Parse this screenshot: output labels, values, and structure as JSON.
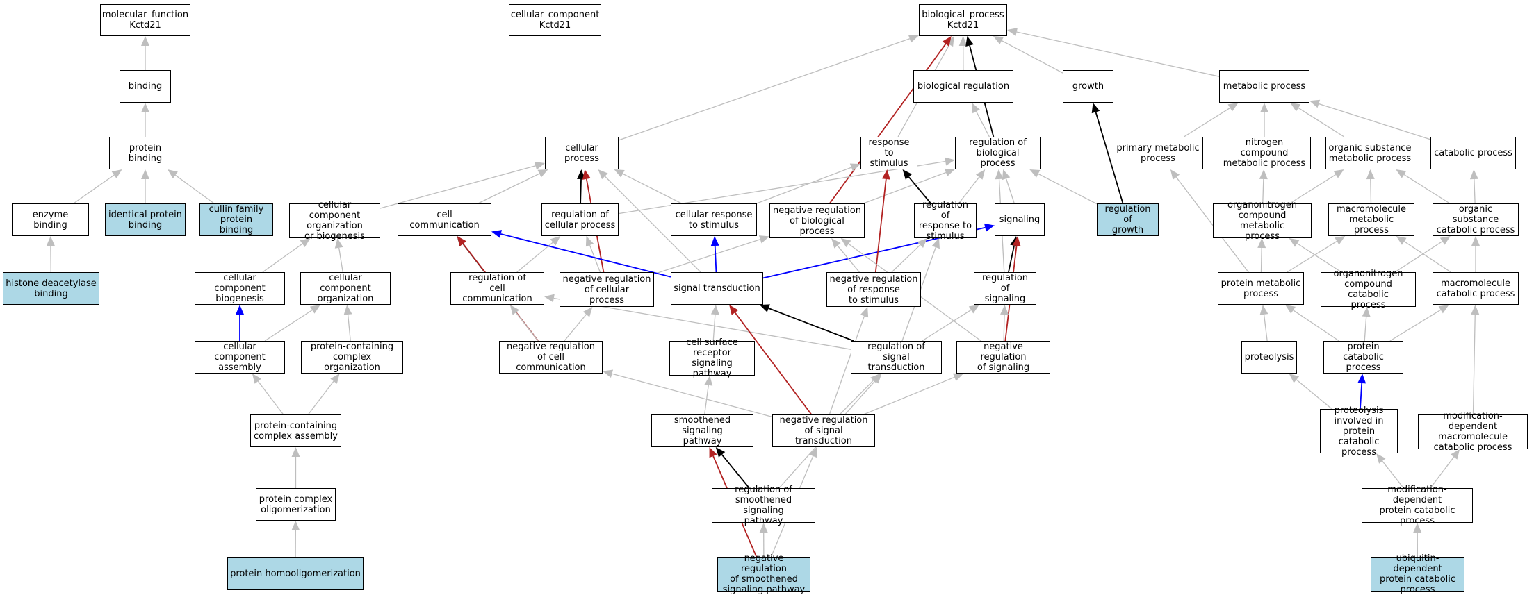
{
  "colors": {
    "gray": "#bebebe",
    "black": "#000000",
    "blue": "#0000ff",
    "red": "#b22222",
    "highlight": "#add8e6",
    "node_fill": "#ffffff"
  },
  "nodes": {
    "molecular_function": "molecular_function\nKctd21",
    "cellular_component": "cellular_component\nKctd21",
    "biological_process": "biological_process\nKctd21",
    "binding": "binding",
    "protein_binding": "protein binding",
    "enzyme_binding": "enzyme binding",
    "identical_protein_binding": "identical protein\nbinding",
    "cullin_family_protein_binding": "cullin family\nprotein binding",
    "histone_deacetylase_binding": "histone deacetylase\nbinding",
    "biological_regulation": "biological regulation",
    "growth": "growth",
    "metabolic_process": "metabolic process",
    "cellular_process": "cellular process",
    "response_to_stimulus": "response to\nstimulus",
    "regulation_of_biological_process": "regulation of\nbiological process",
    "primary_metabolic_process": "primary metabolic\nprocess",
    "nitrogen_compound_metabolic_process": "nitrogen compound\nmetabolic process",
    "organic_substance_metabolic_process": "organic substance\nmetabolic process",
    "catabolic_process": "catabolic process",
    "cc_organization_or_biogenesis": "cellular component\norganization\nor biogenesis",
    "cell_communication": "cell communication",
    "regulation_of_cellular_process": "regulation of\ncellular process",
    "cellular_response_to_stimulus": "cellular response\nto stimulus",
    "negative_regulation_of_biological_process": "negative regulation\nof biological\nprocess",
    "regulation_of_response_to_stimulus": "regulation of\nresponse to\nstimulus",
    "signaling": "signaling",
    "regulation_of_growth": "regulation of\ngrowth",
    "organonitrogen_compound_metabolic_process": "organonitrogen\ncompound metabolic\nprocess",
    "macromolecule_metabolic_process": "macromolecule\nmetabolic process",
    "organic_substance_catabolic_process": "organic substance\ncatabolic process",
    "cellular_component_biogenesis": "cellular component\nbiogenesis",
    "cellular_component_organization": "cellular component\norganization",
    "regulation_of_cell_communication": "regulation of\ncell communication",
    "negative_regulation_of_cellular_process": "negative regulation\nof cellular\nprocess",
    "signal_transduction": "signal transduction",
    "negative_regulation_of_response_to_stimulus": "negative regulation\nof response\nto stimulus",
    "regulation_of_signaling": "regulation of\nsignaling",
    "protein_metabolic_process": "protein metabolic\nprocess",
    "organonitrogen_compound_catabolic_process": "organonitrogen\ncompound catabolic\nprocess",
    "macromolecule_catabolic_process": "macromolecule\ncatabolic process",
    "cellular_component_assembly": "cellular component\nassembly",
    "protein_containing_complex_organization": "protein-containing\ncomplex organization",
    "negative_regulation_of_cell_communication": "negative regulation\nof cell communication",
    "cell_surface_receptor_signaling_pathway": "cell surface\nreceptor signaling\npathway",
    "regulation_of_signal_transduction": "regulation of\nsignal transduction",
    "negative_regulation_of_signaling": "negative regulation\nof signaling",
    "proteolysis": "proteolysis",
    "protein_catabolic_process": "protein catabolic\nprocess",
    "protein_containing_complex_assembly": "protein-containing\ncomplex assembly",
    "smoothened_signaling_pathway": "smoothened signaling\npathway",
    "negative_regulation_of_signal_transduction": "negative regulation\nof signal transduction",
    "proteolysis_involved_in_protein_catabolic_process": "proteolysis\ninvolved in\nprotein catabolic\nprocess",
    "modification_dependent_macromolecule_catabolic_process": "modification-dependent\nmacromolecule\ncatabolic process",
    "protein_complex_oligomerization": "protein complex\noligomerization",
    "regulation_of_smoothened_signaling_pathway": "regulation of\nsmoothened signaling\npathway",
    "modification_dependent_protein_catabolic_process": "modification-dependent\nprotein catabolic\nprocess",
    "protein_homooligomerization": "protein homooligomerization",
    "negative_regulation_of_smoothened_signaling_pathway": "negative regulation\nof smoothened\nsignaling pathway",
    "ubiquitin_dependent_protein_catabolic_process": "ubiquitin-dependent\nprotein catabolic\nprocess"
  },
  "highlighted": [
    "identical_protein_binding",
    "cullin_family_protein_binding",
    "histone_deacetylase_binding",
    "regulation_of_growth",
    "protein_homooligomerization",
    "negative_regulation_of_smoothened_signaling_pathway",
    "ubiquitin_dependent_protein_catabolic_process"
  ],
  "edges": [
    [
      "binding",
      "molecular_function",
      "is_a"
    ],
    [
      "protein_binding",
      "binding",
      "is_a"
    ],
    [
      "enzyme_binding",
      "protein_binding",
      "is_a"
    ],
    [
      "identical_protein_binding",
      "protein_binding",
      "is_a"
    ],
    [
      "cullin_family_protein_binding",
      "protein_binding",
      "is_a"
    ],
    [
      "histone_deacetylase_binding",
      "enzyme_binding",
      "is_a"
    ],
    [
      "cellular_process",
      "biological_process",
      "is_a"
    ],
    [
      "response_to_stimulus",
      "biological_process",
      "is_a"
    ],
    [
      "biological_regulation",
      "biological_process",
      "is_a"
    ],
    [
      "regulation_of_biological_process",
      "biological_process",
      "regulates"
    ],
    [
      "growth",
      "biological_process",
      "is_a"
    ],
    [
      "metabolic_process",
      "biological_process",
      "is_a"
    ],
    [
      "negative_regulation_of_biological_process",
      "biological_process",
      "negatively_regulates"
    ],
    [
      "regulation_of_biological_process",
      "biological_regulation",
      "is_a"
    ],
    [
      "regulation_of_growth",
      "growth",
      "regulates"
    ],
    [
      "regulation_of_growth",
      "regulation_of_biological_process",
      "is_a"
    ],
    [
      "primary_metabolic_process",
      "metabolic_process",
      "is_a"
    ],
    [
      "nitrogen_compound_metabolic_process",
      "metabolic_process",
      "is_a"
    ],
    [
      "organic_substance_metabolic_process",
      "metabolic_process",
      "is_a"
    ],
    [
      "catabolic_process",
      "metabolic_process",
      "is_a"
    ],
    [
      "organonitrogen_compound_metabolic_process",
      "nitrogen_compound_metabolic_process",
      "is_a"
    ],
    [
      "organonitrogen_compound_metabolic_process",
      "organic_substance_metabolic_process",
      "is_a"
    ],
    [
      "macromolecule_metabolic_process",
      "organic_substance_metabolic_process",
      "is_a"
    ],
    [
      "organic_substance_catabolic_process",
      "organic_substance_metabolic_process",
      "is_a"
    ],
    [
      "organic_substance_catabolic_process",
      "catabolic_process",
      "is_a"
    ],
    [
      "protein_metabolic_process",
      "primary_metabolic_process",
      "is_a"
    ],
    [
      "protein_metabolic_process",
      "organonitrogen_compound_metabolic_process",
      "is_a"
    ],
    [
      "protein_metabolic_process",
      "macromolecule_metabolic_process",
      "is_a"
    ],
    [
      "organonitrogen_compound_catabolic_process",
      "organonitrogen_compound_metabolic_process",
      "is_a"
    ],
    [
      "organonitrogen_compound_catabolic_process",
      "organic_substance_catabolic_process",
      "is_a"
    ],
    [
      "macromolecule_catabolic_process",
      "macromolecule_metabolic_process",
      "is_a"
    ],
    [
      "macromolecule_catabolic_process",
      "organic_substance_catabolic_process",
      "is_a"
    ],
    [
      "proteolysis",
      "protein_metabolic_process",
      "is_a"
    ],
    [
      "protein_catabolic_process",
      "protein_metabolic_process",
      "is_a"
    ],
    [
      "protein_catabolic_process",
      "organonitrogen_compound_catabolic_process",
      "is_a"
    ],
    [
      "protein_catabolic_process",
      "macromolecule_catabolic_process",
      "is_a"
    ],
    [
      "proteolysis_involved_in_protein_catabolic_process",
      "proteolysis",
      "is_a"
    ],
    [
      "proteolysis_involved_in_protein_catabolic_process",
      "protein_catabolic_process",
      "part_of"
    ],
    [
      "modification_dependent_macromolecule_catabolic_process",
      "macromolecule_catabolic_process",
      "is_a"
    ],
    [
      "modification_dependent_protein_catabolic_process",
      "proteolysis_involved_in_protein_catabolic_process",
      "is_a"
    ],
    [
      "modification_dependent_protein_catabolic_process",
      "modification_dependent_macromolecule_catabolic_process",
      "is_a"
    ],
    [
      "ubiquitin_dependent_protein_catabolic_process",
      "modification_dependent_protein_catabolic_process",
      "is_a"
    ],
    [
      "cc_organization_or_biogenesis",
      "cellular_process",
      "is_a"
    ],
    [
      "cell_communication",
      "cellular_process",
      "is_a"
    ],
    [
      "regulation_of_cellular_process",
      "cellular_process",
      "regulates"
    ],
    [
      "regulation_of_cellular_process",
      "regulation_of_biological_process",
      "is_a"
    ],
    [
      "cellular_response_to_stimulus",
      "cellular_process",
      "is_a"
    ],
    [
      "cellular_response_to_stimulus",
      "response_to_stimulus",
      "is_a"
    ],
    [
      "negative_regulation_of_biological_process",
      "regulation_of_biological_process",
      "is_a"
    ],
    [
      "regulation_of_response_to_stimulus",
      "response_to_stimulus",
      "regulates"
    ],
    [
      "regulation_of_response_to_stimulus",
      "regulation_of_biological_process",
      "is_a"
    ],
    [
      "signaling",
      "regulation_of_biological_process",
      "is_a"
    ],
    [
      "cellular_component_biogenesis",
      "cc_organization_or_biogenesis",
      "is_a"
    ],
    [
      "cellular_component_organization",
      "cc_organization_or_biogenesis",
      "is_a"
    ],
    [
      "regulation_of_cell_communication",
      "cell_communication",
      "regulates"
    ],
    [
      "regulation_of_cell_communication",
      "regulation_of_cellular_process",
      "is_a"
    ],
    [
      "negative_regulation_of_cellular_process",
      "cellular_process",
      "negatively_regulates"
    ],
    [
      "negative_regulation_of_cellular_process",
      "regulation_of_cellular_process",
      "is_a"
    ],
    [
      "negative_regulation_of_cellular_process",
      "negative_regulation_of_biological_process",
      "is_a"
    ],
    [
      "signal_transduction",
      "cellular_process",
      "is_a"
    ],
    [
      "signal_transduction",
      "cell_communication",
      "part_of"
    ],
    [
      "signal_transduction",
      "cellular_response_to_stimulus",
      "part_of"
    ],
    [
      "signal_transduction",
      "signaling",
      "part_of"
    ],
    [
      "negative_regulation_of_response_to_stimulus",
      "response_to_stimulus",
      "negatively_regulates"
    ],
    [
      "negative_regulation_of_response_to_stimulus",
      "negative_regulation_of_biological_process",
      "is_a"
    ],
    [
      "negative_regulation_of_response_to_stimulus",
      "regulation_of_response_to_stimulus",
      "is_a"
    ],
    [
      "regulation_of_signaling",
      "signaling",
      "regulates"
    ],
    [
      "regulation_of_signaling",
      "regulation_of_biological_process",
      "is_a"
    ],
    [
      "cellular_component_assembly",
      "cellular_component_biogenesis",
      "part_of"
    ],
    [
      "cellular_component_assembly",
      "cellular_component_organization",
      "is_a"
    ],
    [
      "protein_containing_complex_organization",
      "cellular_component_organization",
      "is_a"
    ],
    [
      "negative_regulation_of_cell_communication",
      "cell_communication",
      "negatively_regulates"
    ],
    [
      "negative_regulation_of_cell_communication",
      "regulation_of_cell_communication",
      "is_a"
    ],
    [
      "negative_regulation_of_cell_communication",
      "negative_regulation_of_cellular_process",
      "is_a"
    ],
    [
      "cell_surface_receptor_signaling_pathway",
      "signal_transduction",
      "is_a"
    ],
    [
      "regulation_of_signal_transduction",
      "signal_transduction",
      "regulates"
    ],
    [
      "regulation_of_signal_transduction",
      "regulation_of_cell_communication",
      "is_a"
    ],
    [
      "regulation_of_signal_transduction",
      "regulation_of_signaling",
      "is_a"
    ],
    [
      "regulation_of_signal_transduction",
      "regulation_of_response_to_stimulus",
      "is_a"
    ],
    [
      "negative_regulation_of_signaling",
      "signaling",
      "negatively_regulates"
    ],
    [
      "negative_regulation_of_signaling",
      "regulation_of_signaling",
      "is_a"
    ],
    [
      "negative_regulation_of_signaling",
      "negative_regulation_of_biological_process",
      "is_a"
    ],
    [
      "protein_containing_complex_assembly",
      "cellular_component_assembly",
      "is_a"
    ],
    [
      "protein_containing_complex_assembly",
      "protein_containing_complex_organization",
      "is_a"
    ],
    [
      "smoothened_signaling_pathway",
      "cell_surface_receptor_signaling_pathway",
      "is_a"
    ],
    [
      "negative_regulation_of_signal_transduction",
      "signal_transduction",
      "negatively_regulates"
    ],
    [
      "negative_regulation_of_signal_transduction",
      "regulation_of_signal_transduction",
      "is_a"
    ],
    [
      "negative_regulation_of_signal_transduction",
      "negative_regulation_of_signaling",
      "is_a"
    ],
    [
      "negative_regulation_of_signal_transduction",
      "negative_regulation_of_cell_communication",
      "is_a"
    ],
    [
      "negative_regulation_of_signal_transduction",
      "negative_regulation_of_response_to_stimulus",
      "is_a"
    ],
    [
      "protein_complex_oligomerization",
      "protein_containing_complex_assembly",
      "is_a"
    ],
    [
      "regulation_of_smoothened_signaling_pathway",
      "smoothened_signaling_pathway",
      "regulates"
    ],
    [
      "regulation_of_smoothened_signaling_pathway",
      "regulation_of_signal_transduction",
      "is_a"
    ],
    [
      "protein_homooligomerization",
      "protein_complex_oligomerization",
      "is_a"
    ],
    [
      "negative_regulation_of_smoothened_signaling_pathway",
      "smoothened_signaling_pathway",
      "negatively_regulates"
    ],
    [
      "negative_regulation_of_smoothened_signaling_pathway",
      "regulation_of_smoothened_signaling_pathway",
      "is_a"
    ],
    [
      "negative_regulation_of_smoothened_signaling_pathway",
      "negative_regulation_of_signal_transduction",
      "is_a"
    ]
  ]
}
